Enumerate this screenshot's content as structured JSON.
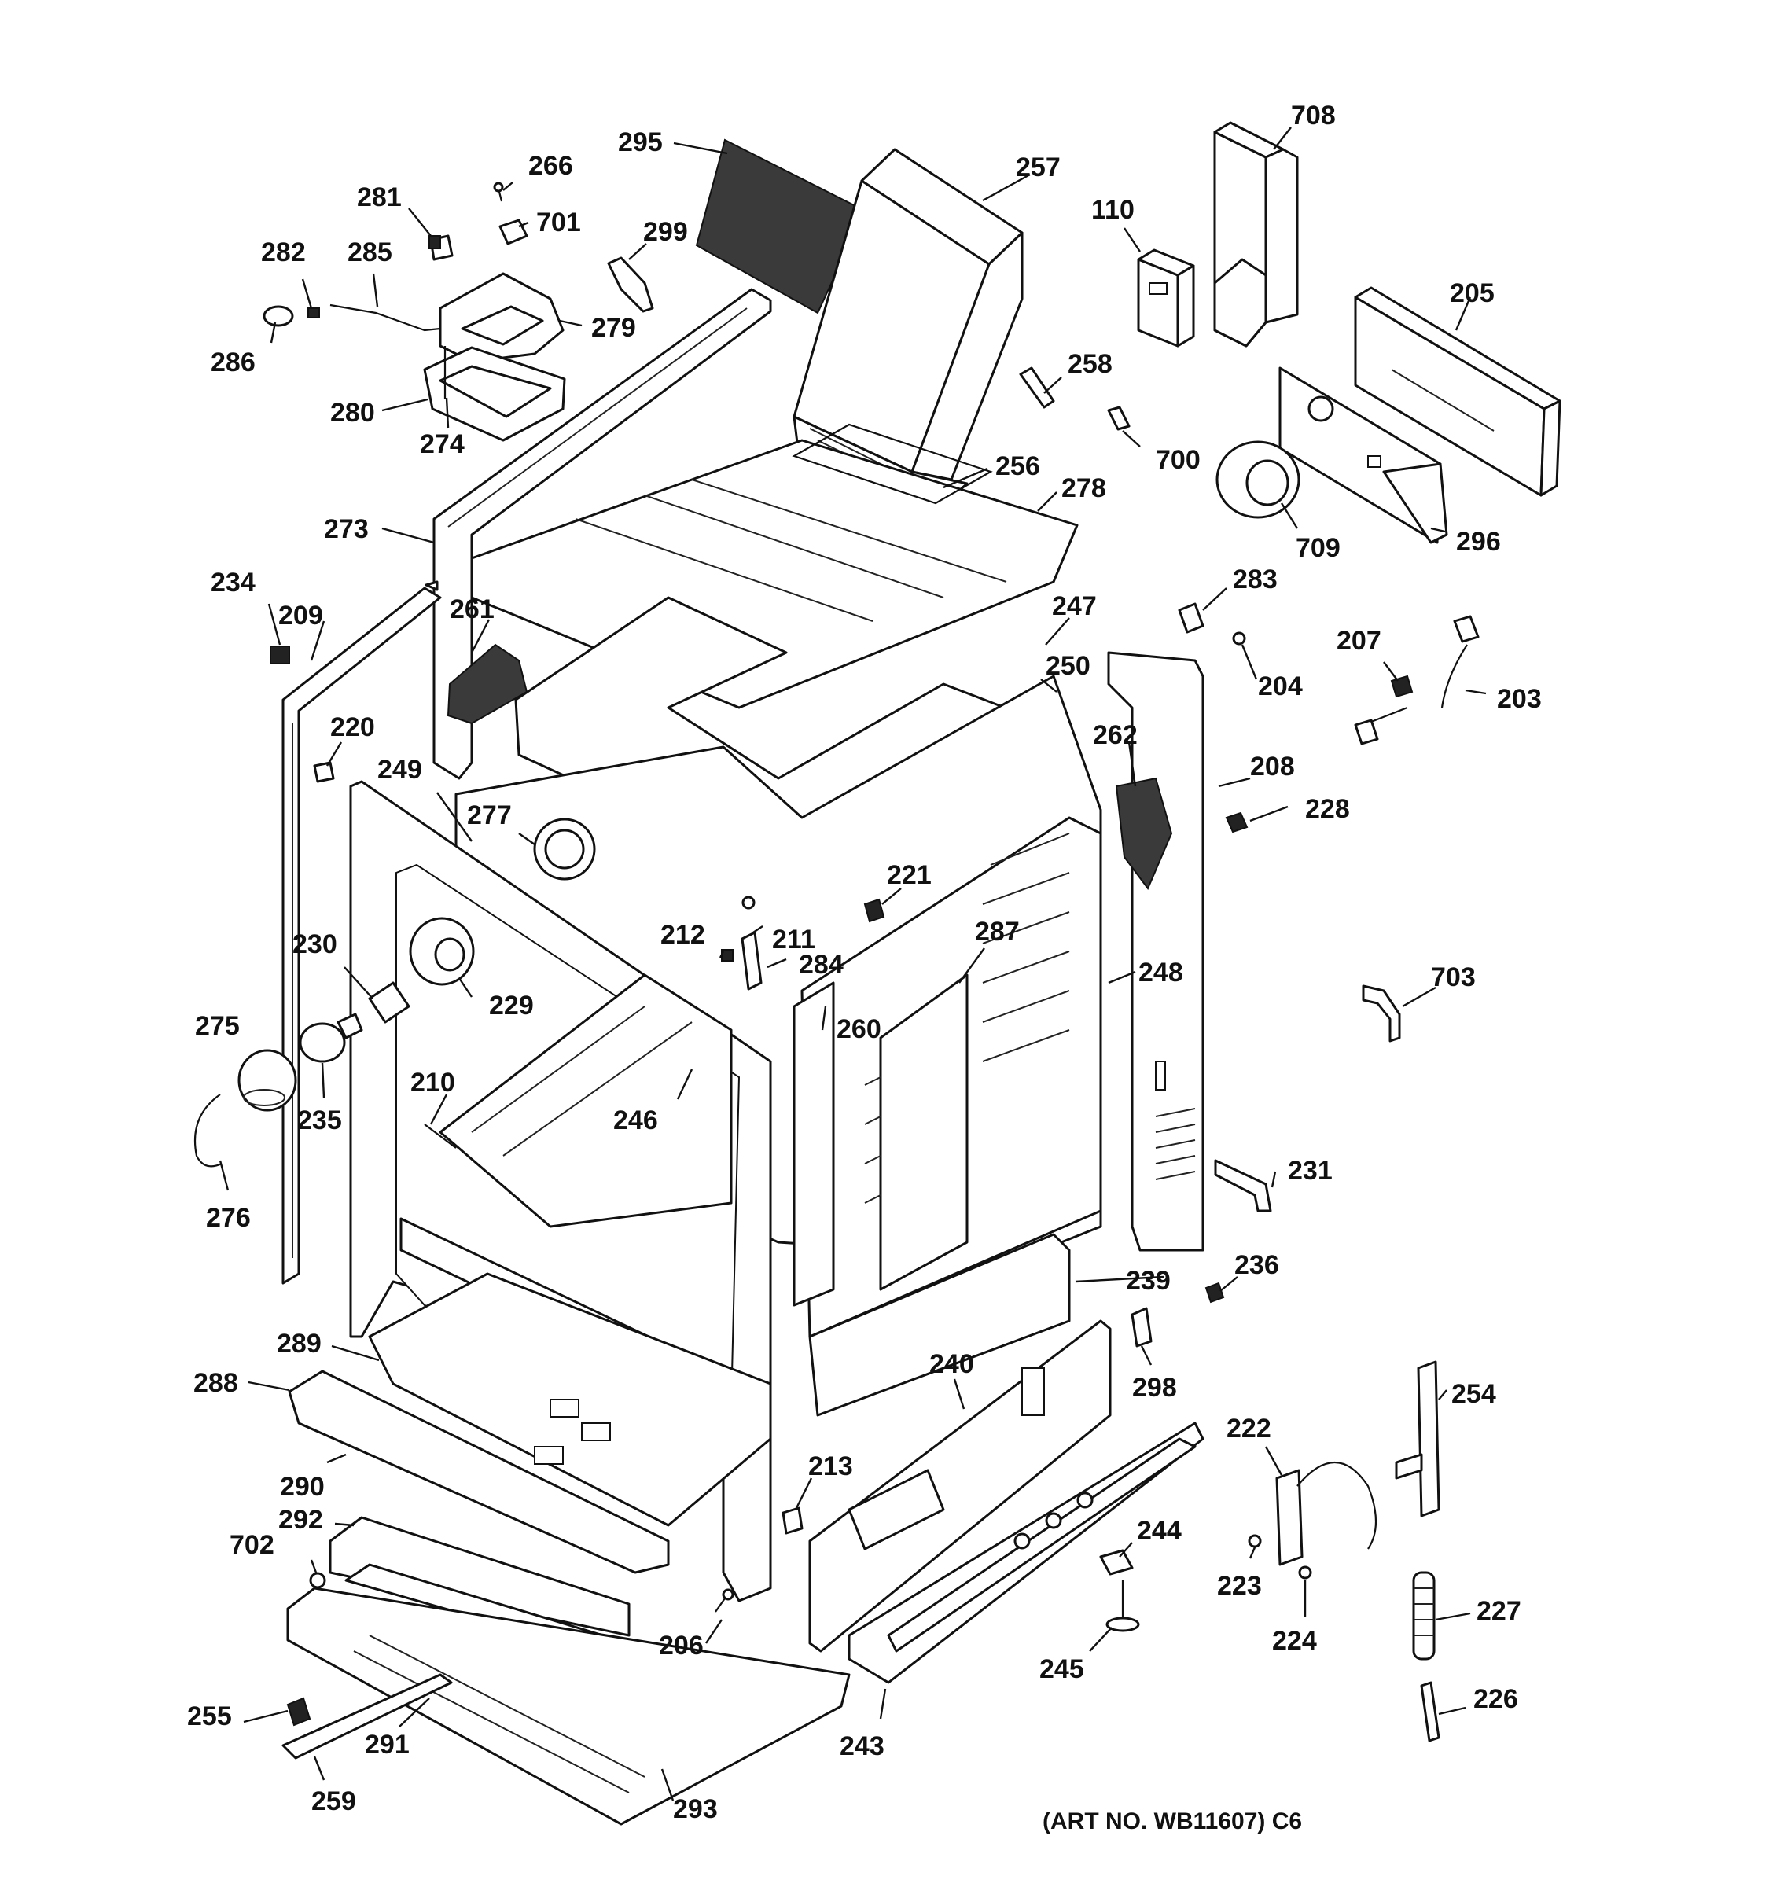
{
  "art_number": "(ART NO. WB11607) C6",
  "callouts": {
    "c708": "708",
    "c295": "295",
    "c257": "257",
    "c266": "266",
    "c281": "281",
    "c701": "701",
    "c110": "110",
    "c299": "299",
    "c282": "282",
    "c285": "285",
    "c205": "205",
    "c279": "279",
    "c286": "286",
    "c258": "258",
    "c280": "280",
    "c700": "700",
    "c274": "274",
    "c256": "256",
    "c278": "278",
    "c273": "273",
    "c709": "709",
    "c296": "296",
    "c234": "234",
    "c283": "283",
    "c209": "209",
    "c261": "261",
    "c247": "247",
    "c207": "207",
    "c250": "250",
    "c204": "204",
    "c203": "203",
    "c220": "220",
    "c262": "262",
    "c249": "249",
    "c208": "208",
    "c277": "277",
    "c228": "228",
    "c221": "221",
    "c212": "212",
    "c211": "211",
    "c287": "287",
    "c230": "230",
    "c248": "248",
    "c284": "284",
    "c703": "703",
    "c229": "229",
    "c275": "275",
    "c260": "260",
    "c210": "210",
    "c235": "235",
    "c246": "246",
    "c231": "231",
    "c276": "276",
    "c239": "239",
    "c236": "236",
    "c289": "289",
    "c240": "240",
    "c298": "298",
    "c288": "288",
    "c254": "254",
    "c222": "222",
    "c290": "290",
    "c213": "213",
    "c292": "292",
    "c244": "244",
    "c702": "702",
    "c223": "223",
    "c227": "227",
    "c206": "206",
    "c224": "224",
    "c245": "245",
    "c255": "255",
    "c226": "226",
    "c291": "291",
    "c243": "243",
    "c259": "259",
    "c293": "293"
  }
}
